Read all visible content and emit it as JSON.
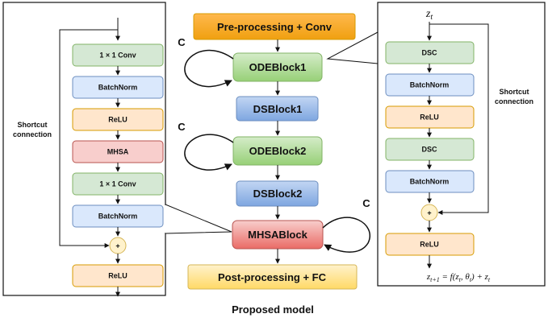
{
  "caption": "Proposed model",
  "center": {
    "pre": "Pre-processing + Conv",
    "ode1": "ODEBlock1",
    "ds1": "DSBlock1",
    "ode2": "ODEBlock2",
    "ds2": "DSBlock2",
    "mhsa": "MHSABlock",
    "post": "Post-processing + FC",
    "loop_label": "C"
  },
  "left_panel": {
    "blocks": [
      "1 × 1 Conv",
      "BatchNorm",
      "ReLU",
      "MHSA",
      "1 × 1 Conv",
      "BatchNorm"
    ],
    "sum": "+",
    "final": "ReLU",
    "shortcut_line1": "Shortcut",
    "shortcut_line2": "connection"
  },
  "right_panel": {
    "input": "z_t",
    "blocks": [
      "DSC",
      "BatchNorm",
      "ReLU",
      "DSC",
      "BatchNorm"
    ],
    "sum": "+",
    "final": "ReLU",
    "shortcut_line1": "Shortcut",
    "shortcut_line2": "connection",
    "equation": "z_{t+1} = f(z_t, θ_t) + z_t"
  },
  "colors": {
    "orange": "#f5a623",
    "green_fill": "#d5e8d4",
    "green_stroke": "#82b366",
    "blue_fill": "#dae8fc",
    "blue_stroke": "#6c8ebf",
    "peach_fill": "#ffe6cc",
    "peach_stroke": "#d79b00",
    "red_fill": "#f8cecc",
    "red_stroke": "#b85450",
    "yellow_fill": "#fff2cc",
    "yellow_stroke": "#d6b656"
  }
}
